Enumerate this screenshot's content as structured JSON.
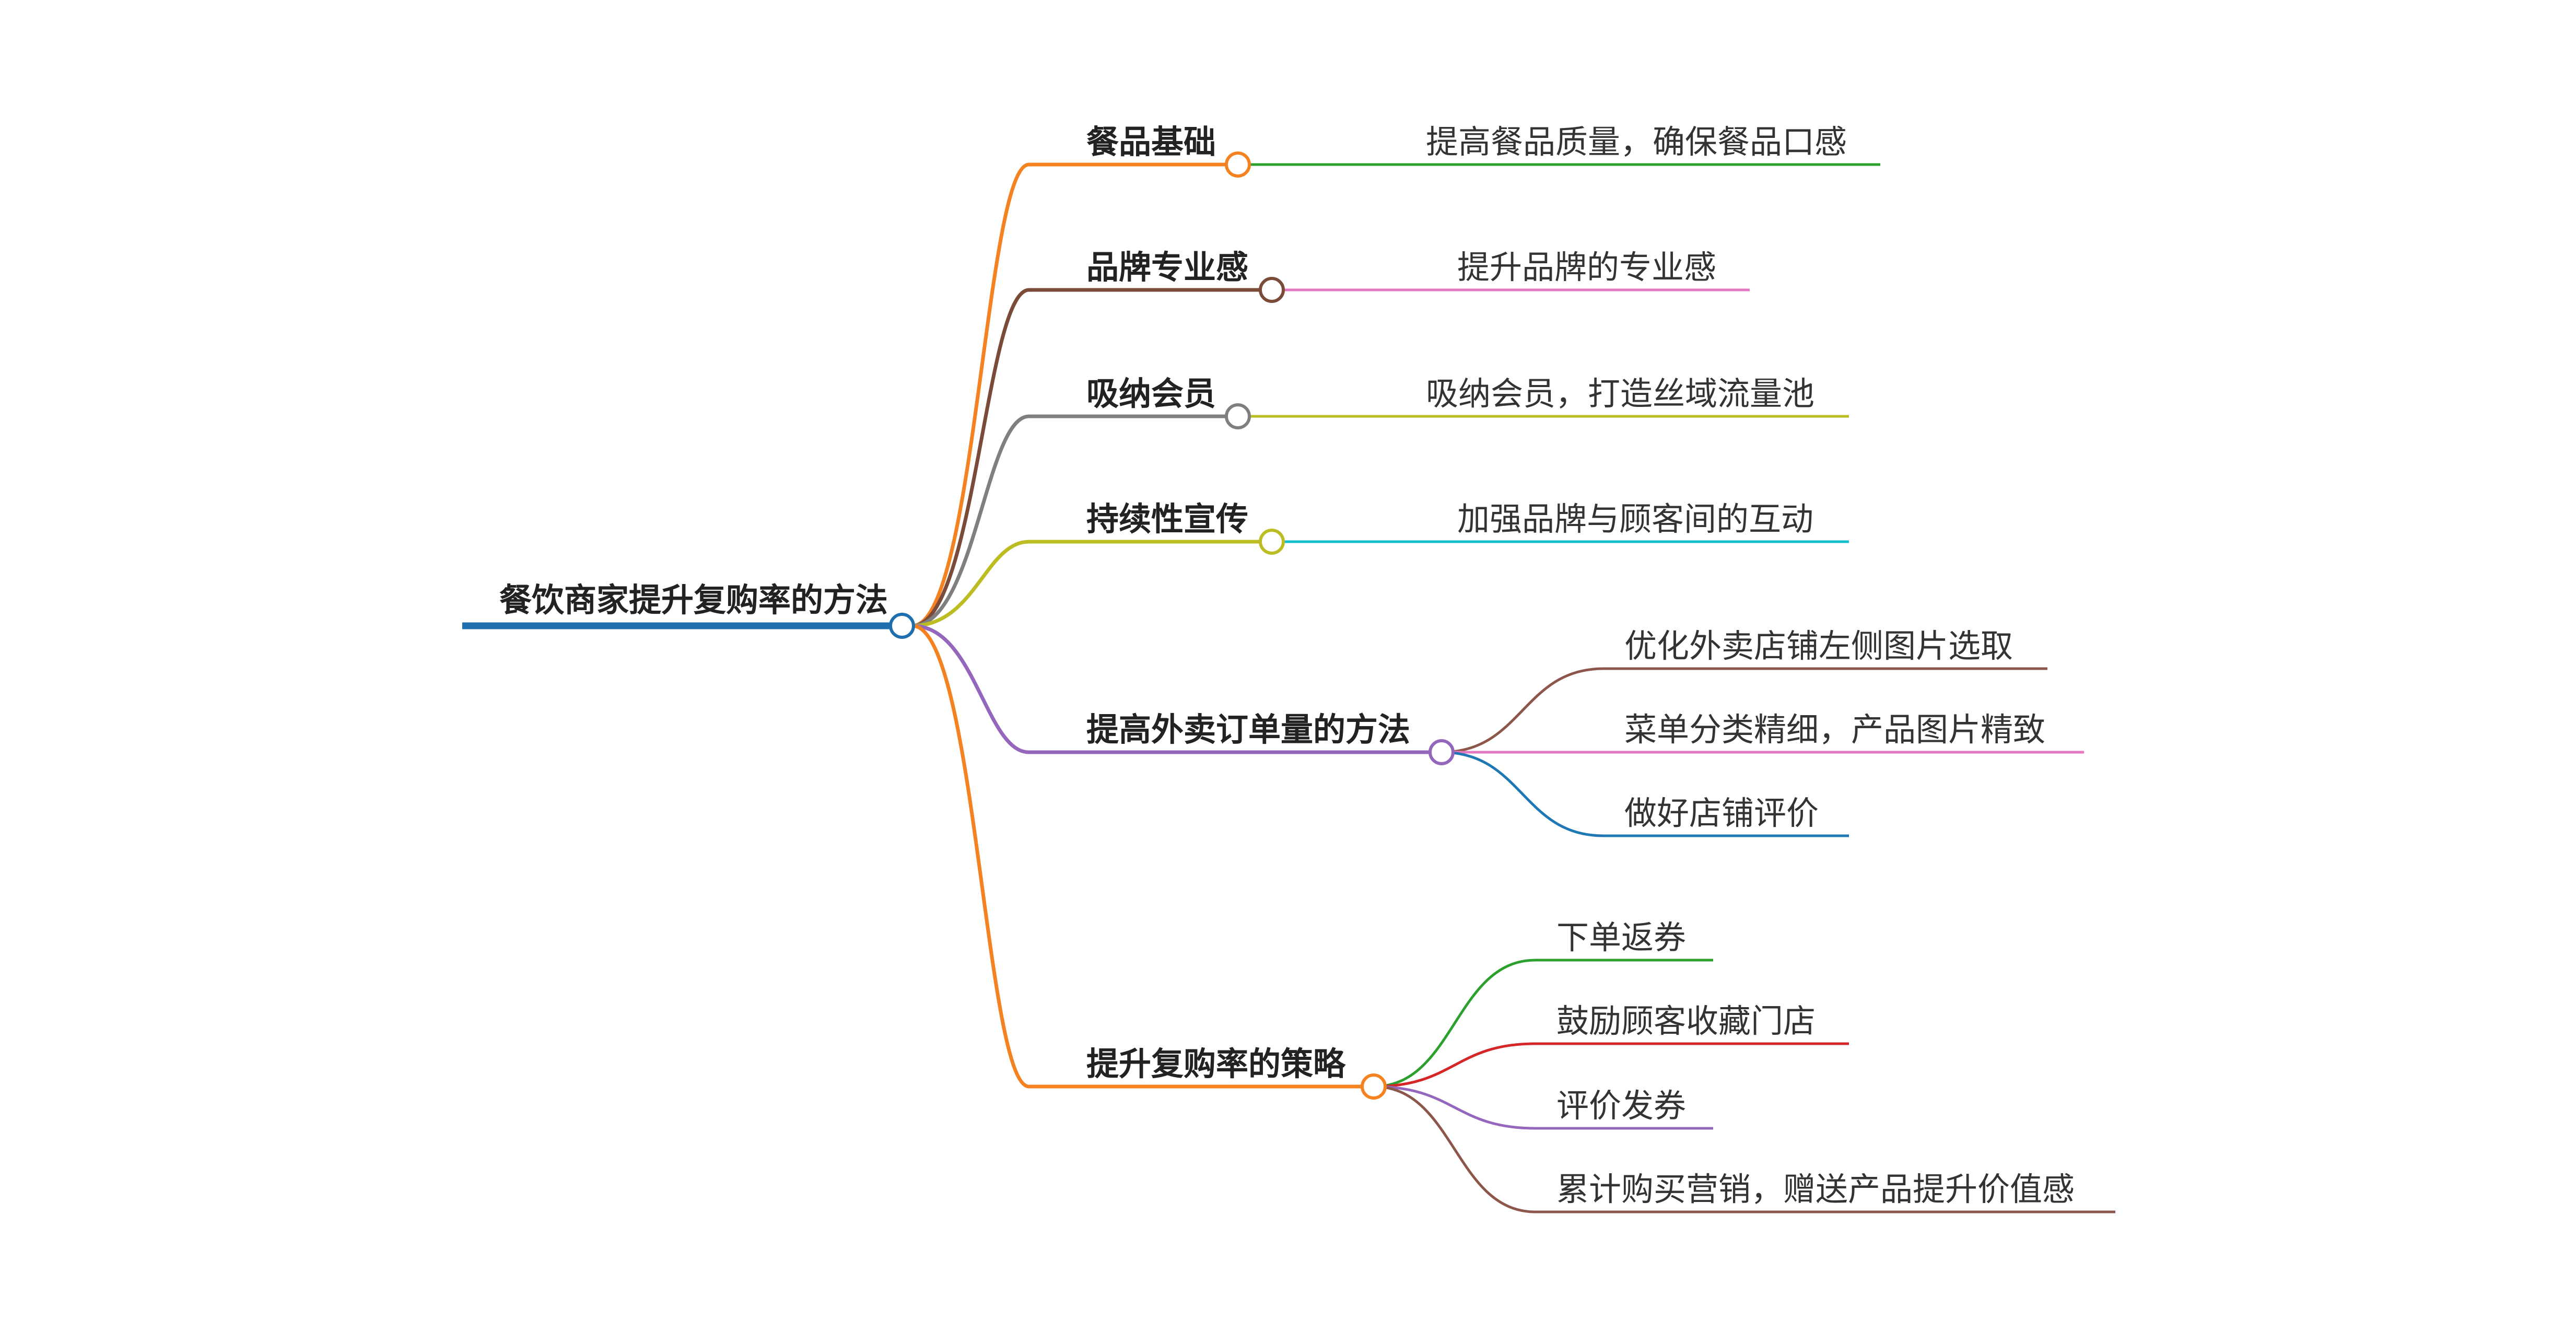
{
  "root": {
    "label": "餐饮商家提升复购率的方法",
    "color": "#1f6fae"
  },
  "branches": [
    {
      "label": "餐品基础",
      "color": "#f58220",
      "children": [
        {
          "label": "提高餐品质量，确保餐品口感",
          "color": "#2ca02c"
        }
      ]
    },
    {
      "label": "品牌专业感",
      "color": "#7b4b3a",
      "children": [
        {
          "label": "提升品牌的专业感",
          "color": "#e377c2"
        }
      ]
    },
    {
      "label": "吸纳会员",
      "color": "#7f7f7f",
      "children": [
        {
          "label": "吸纳会员，打造丝域流量池",
          "color": "#bcbd22"
        }
      ]
    },
    {
      "label": "持续性宣传",
      "color": "#bcbd22",
      "children": [
        {
          "label": "加强品牌与顾客间的互动",
          "color": "#17becf"
        }
      ]
    },
    {
      "label": "提高外卖订单量的方法",
      "color": "#9467bd",
      "children": [
        {
          "label": "优化外卖店铺左侧图片选取",
          "color": "#8c564b"
        },
        {
          "label": "菜单分类精细，产品图片精致",
          "color": "#e377c2"
        },
        {
          "label": "做好店铺评价",
          "color": "#1f77b4"
        }
      ]
    },
    {
      "label": "提升复购率的策略",
      "color": "#f58220",
      "children": [
        {
          "label": "下单返券",
          "color": "#2ca02c"
        },
        {
          "label": "鼓励顾客收藏门店",
          "color": "#d62728"
        },
        {
          "label": "评价发券",
          "color": "#9467bd"
        },
        {
          "label": "累计购买营销，赠送产品提升价值感",
          "color": "#8c564b"
        }
      ]
    }
  ]
}
